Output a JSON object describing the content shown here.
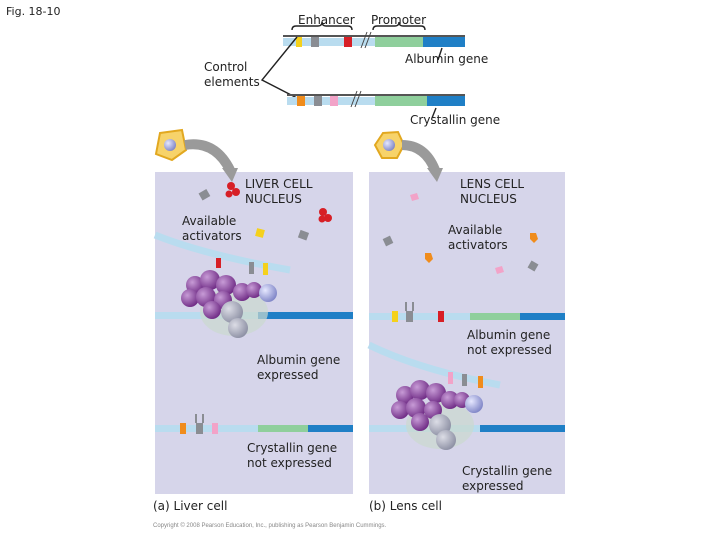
{
  "figure_label": "Fig. 18-10",
  "top": {
    "enhancer": "Enhancer",
    "promoter": "Promoter",
    "control_elements": "Control\nelements",
    "albumin_gene": "Albumin gene",
    "crystallin_gene": "Crystallin gene"
  },
  "liver": {
    "nucleus": "LIVER CELL\nNUCLEUS",
    "activators": "Available\nactivators",
    "albumin": "Albumin gene\nexpressed",
    "crystallin": "Crystallin gene\nnot expressed",
    "caption": "(a) Liver cell"
  },
  "lens": {
    "nucleus": "LENS CELL\nNUCLEUS",
    "activators": "Available\nactivators",
    "albumin": "Albumin gene\nnot expressed",
    "crystallin": "Crystallin gene\nexpressed",
    "caption": "(b) Lens cell"
  },
  "copyright": "Copyright © 2008 Pearson Education, Inc., publishing as Pearson Benjamin Cummings.",
  "colors": {
    "panel": "#d6d5ea",
    "dna": "#b9dcef",
    "albumin": "#8fcf9c",
    "crystallin": "#1f7fc6",
    "red": "#d71f26",
    "yellow": "#f5d11c",
    "pink": "#f2a3c8",
    "orange": "#f08c1c",
    "gray": "#8a8d93",
    "purple": "#8a4a9c"
  }
}
